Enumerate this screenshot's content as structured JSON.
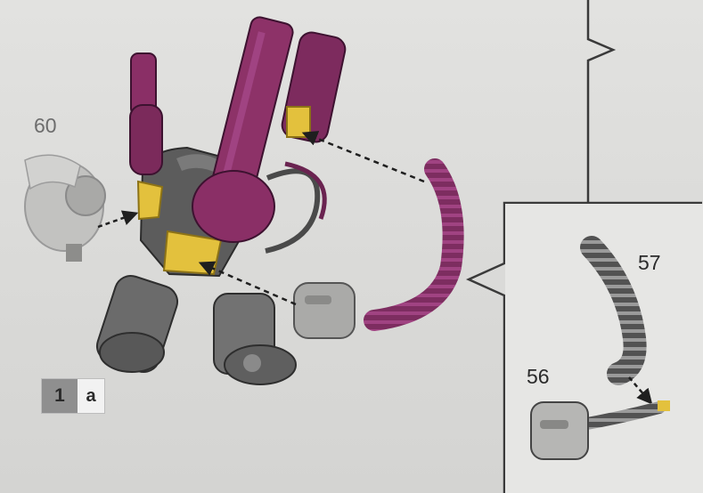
{
  "parts": {
    "left_label": "60",
    "detail_top_label": "57",
    "detail_bottom_label": "56"
  },
  "step": {
    "number": "1",
    "sub": "a"
  },
  "colors": {
    "background": "#dcdcda",
    "highlight": "#e3c13d",
    "torso_magenta": "#8a2f66",
    "armor_gray": "#6f6f6f",
    "ghost_gray": "#b9b9b9"
  }
}
